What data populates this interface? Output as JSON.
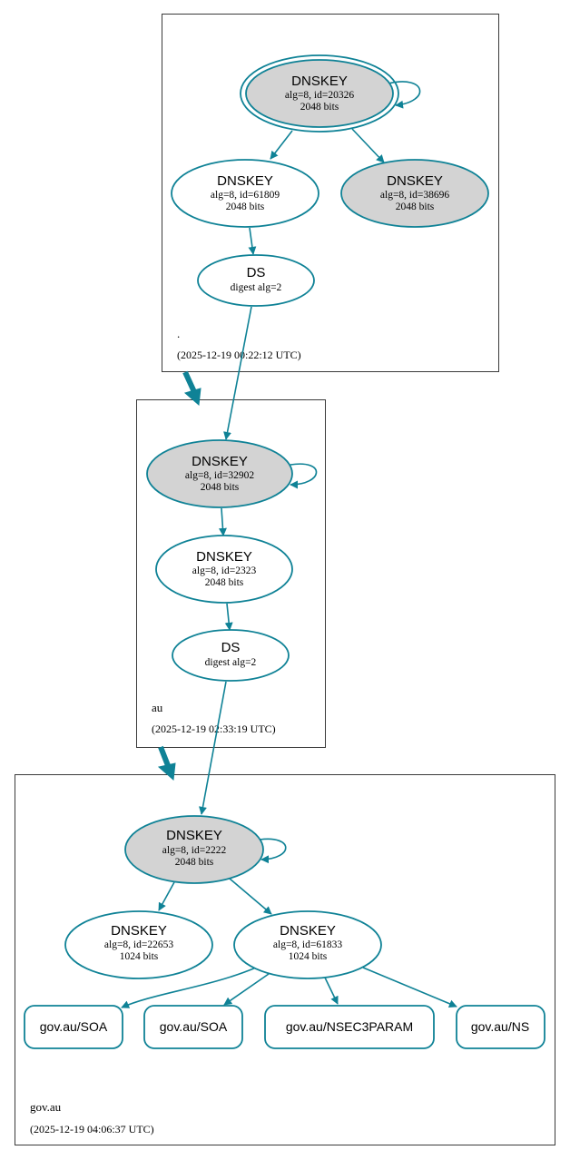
{
  "zones": {
    "root": {
      "name": ".",
      "timestamp": "(2025-12-19 00:22:12 UTC)"
    },
    "au": {
      "name": "au",
      "timestamp": "(2025-12-19 02:33:19 UTC)"
    },
    "govau": {
      "name": "gov.au",
      "timestamp": "(2025-12-19 04:06:37 UTC)"
    }
  },
  "nodes": {
    "root_ksk": {
      "title": "DNSKEY",
      "line1": "alg=8, id=20326",
      "line2": "2048 bits",
      "fill": "grey",
      "style": "double-ellipse"
    },
    "root_zsk1": {
      "title": "DNSKEY",
      "line1": "alg=8, id=61809",
      "line2": "2048 bits",
      "fill": "white"
    },
    "root_zsk2": {
      "title": "DNSKEY",
      "line1": "alg=8, id=38696",
      "line2": "2048 bits",
      "fill": "grey"
    },
    "root_ds": {
      "title": "DS",
      "line1": "digest alg=2",
      "fill": "white"
    },
    "au_ksk": {
      "title": "DNSKEY",
      "line1": "alg=8, id=32902",
      "line2": "2048 bits",
      "fill": "grey"
    },
    "au_zsk": {
      "title": "DNSKEY",
      "line1": "alg=8, id=2323",
      "line2": "2048 bits",
      "fill": "white"
    },
    "au_ds": {
      "title": "DS",
      "line1": "digest alg=2",
      "fill": "white"
    },
    "gov_ksk": {
      "title": "DNSKEY",
      "line1": "alg=8, id=2222",
      "line2": "2048 bits",
      "fill": "grey"
    },
    "gov_zsk1": {
      "title": "DNSKEY",
      "line1": "alg=8, id=22653",
      "line2": "1024 bits",
      "fill": "white"
    },
    "gov_zsk2": {
      "title": "DNSKEY",
      "line1": "alg=8, id=61833",
      "line2": "1024 bits",
      "fill": "white"
    }
  },
  "records": {
    "soa1": "gov.au/SOA",
    "soa2": "gov.au/SOA",
    "nsec3param": "gov.au/NSEC3PARAM",
    "ns": "gov.au/NS"
  },
  "edges": [
    {
      "from": "root_ksk",
      "to": "root_ksk",
      "kind": "self-signature"
    },
    {
      "from": "root_ksk",
      "to": "root_zsk1",
      "kind": "signs"
    },
    {
      "from": "root_ksk",
      "to": "root_zsk2",
      "kind": "signs"
    },
    {
      "from": "root_zsk1",
      "to": "root_ds",
      "kind": "signs"
    },
    {
      "from": "root_ds",
      "to": "au_ksk",
      "kind": "delegation"
    },
    {
      "from": "au_ksk",
      "to": "au_ksk",
      "kind": "self-signature"
    },
    {
      "from": "au_ksk",
      "to": "au_zsk",
      "kind": "signs"
    },
    {
      "from": "au_zsk",
      "to": "au_ds",
      "kind": "signs"
    },
    {
      "from": "au_ds",
      "to": "gov_ksk",
      "kind": "delegation"
    },
    {
      "from": "gov_ksk",
      "to": "gov_ksk",
      "kind": "self-signature"
    },
    {
      "from": "gov_ksk",
      "to": "gov_zsk1",
      "kind": "signs"
    },
    {
      "from": "gov_ksk",
      "to": "gov_zsk2",
      "kind": "signs"
    },
    {
      "from": "gov_zsk2",
      "to": "soa1",
      "kind": "signs"
    },
    {
      "from": "gov_zsk2",
      "to": "soa2",
      "kind": "signs"
    },
    {
      "from": "gov_zsk2",
      "to": "nsec3param",
      "kind": "signs"
    },
    {
      "from": "gov_zsk2",
      "to": "ns",
      "kind": "signs"
    }
  ],
  "colors": {
    "edge": "#0f8296",
    "grey_fill": "#d3d3d3",
    "zone_border": "#3a3a3a"
  }
}
